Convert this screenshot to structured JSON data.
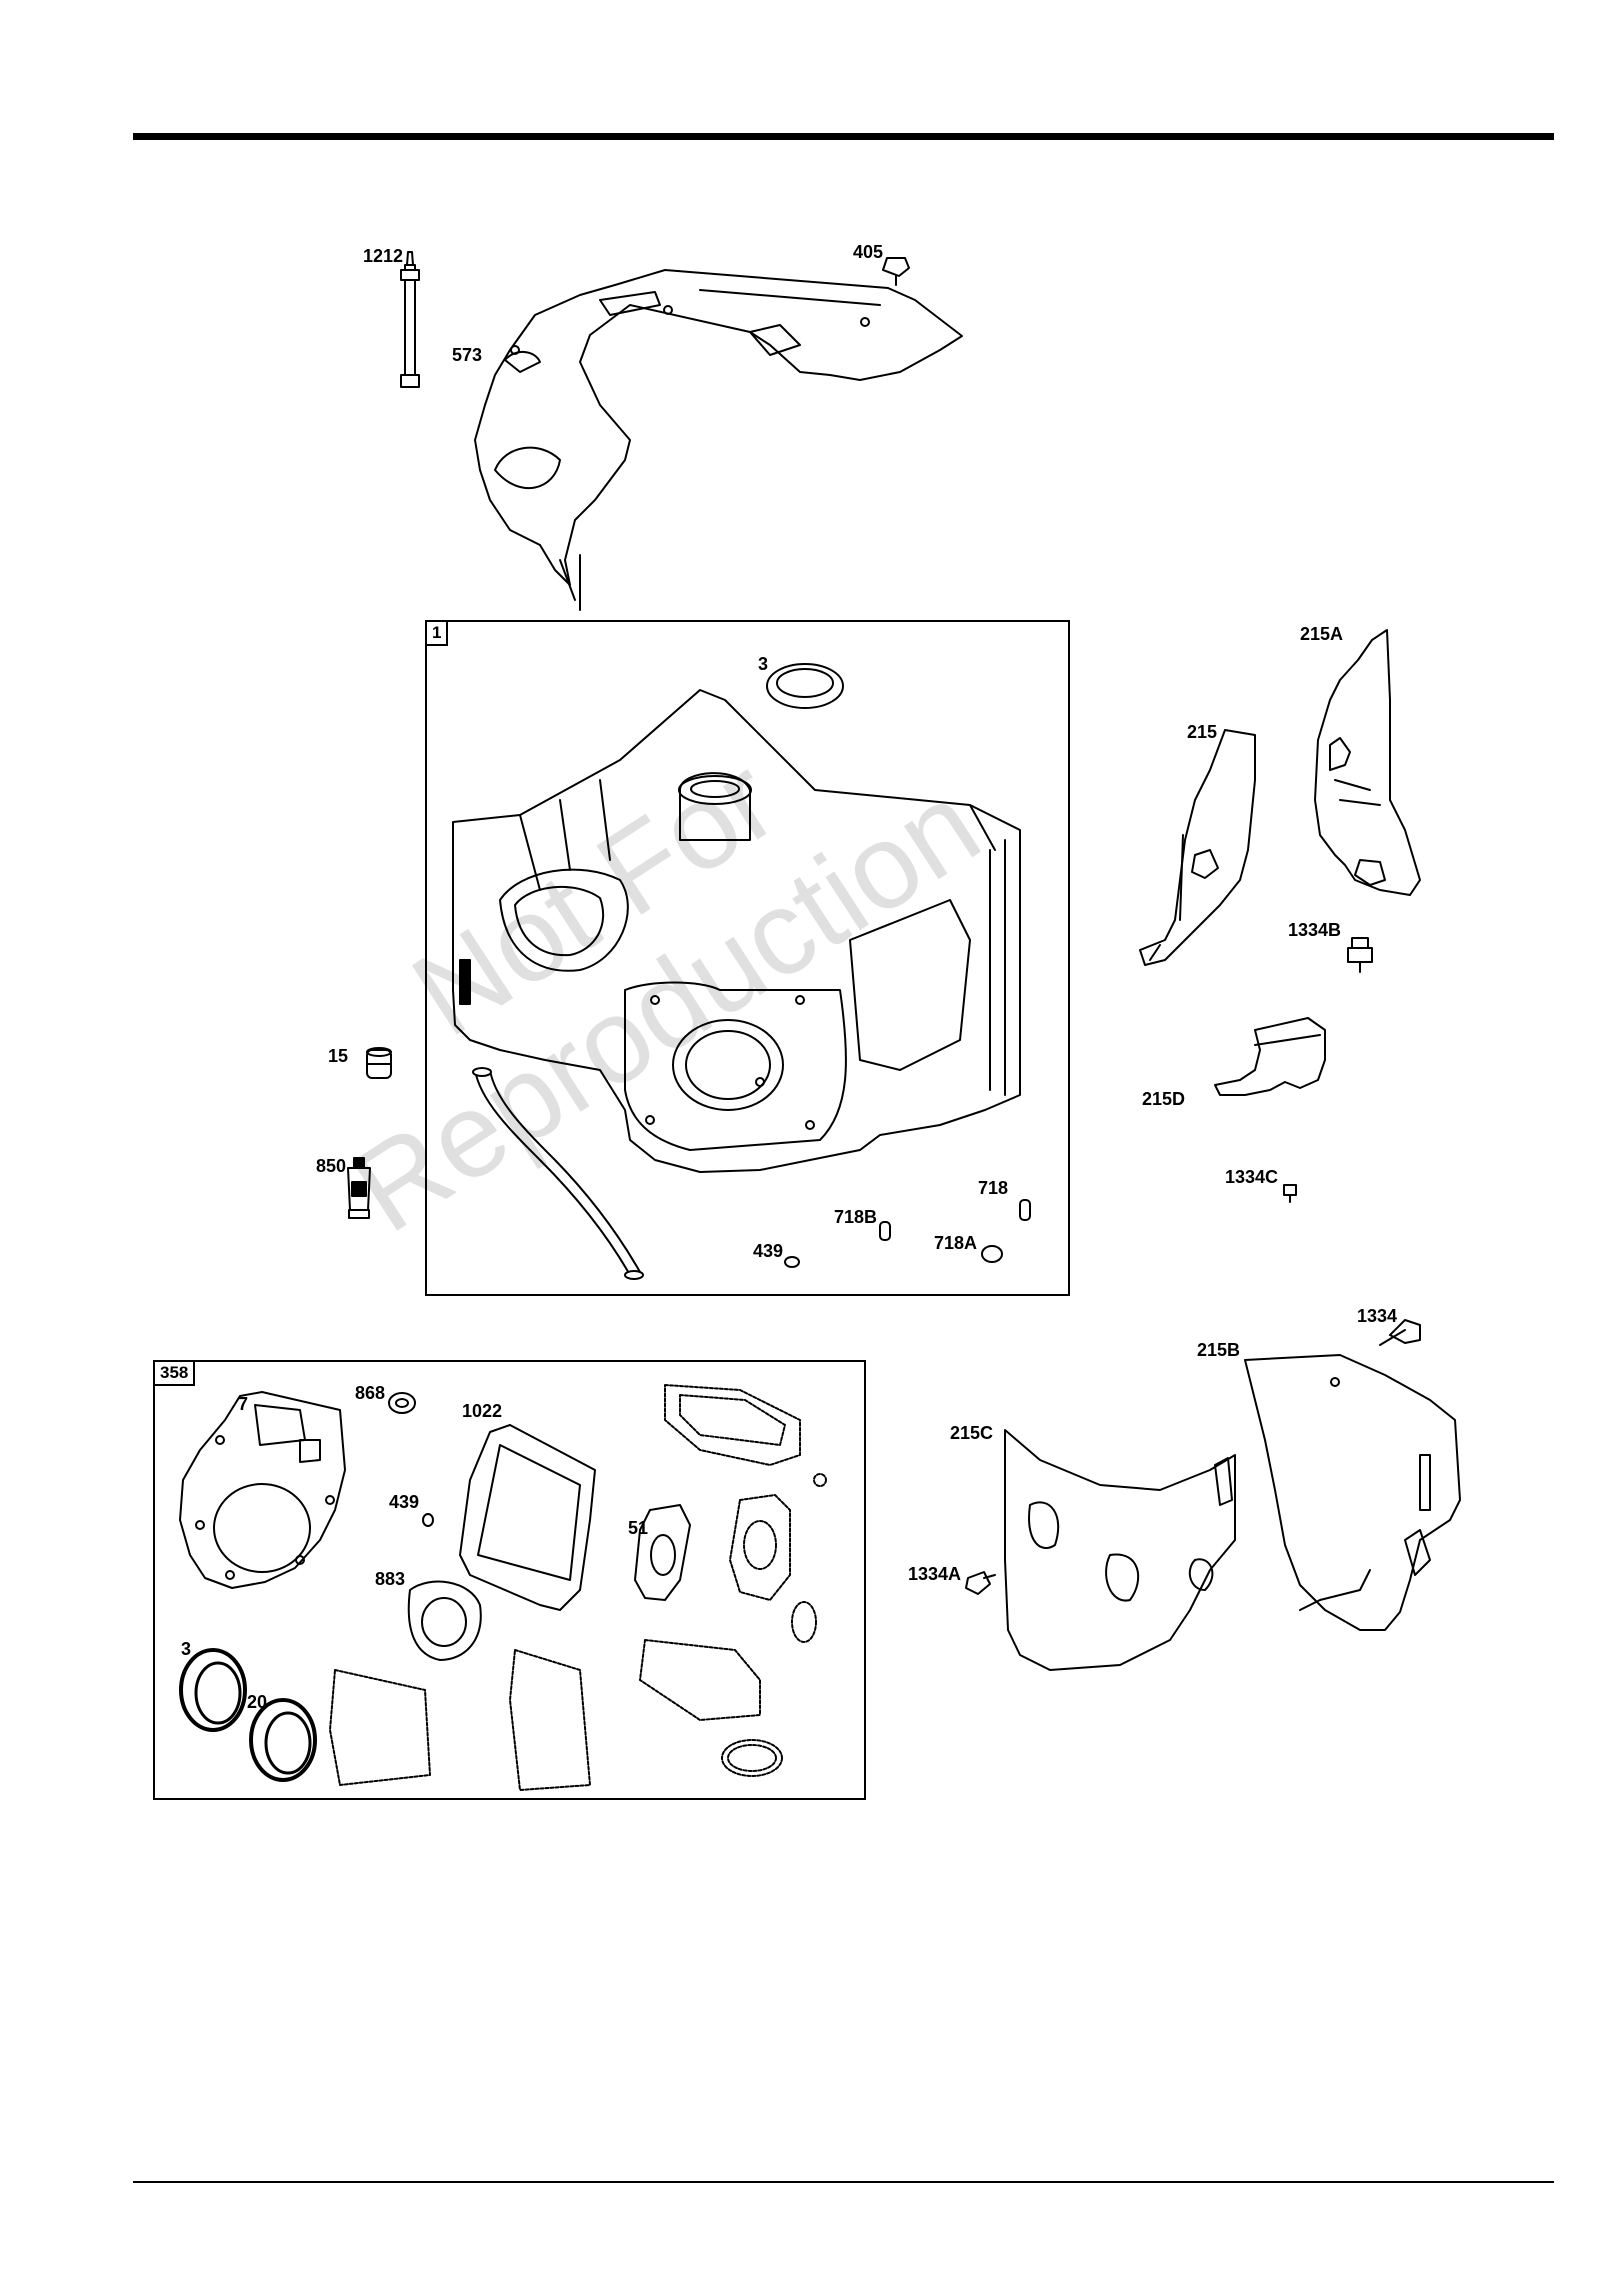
{
  "frames": {
    "block_assembly": "1",
    "gasket_set": "358"
  },
  "callouts": {
    "p1212": "1212",
    "p405": "405",
    "p573": "573",
    "p215A": "215A",
    "p215": "215",
    "p1334B": "1334B",
    "p3_top": "3",
    "p15": "15",
    "p850": "850",
    "p215D": "215D",
    "p1334C": "1334C",
    "p718": "718",
    "p718B": "718B",
    "p718A": "718A",
    "p439_top": "439",
    "p1334": "1334",
    "p215B": "215B",
    "p215C": "215C",
    "p1334A": "1334A",
    "p7": "7",
    "p868": "868",
    "p1022": "1022",
    "p439_kit": "439",
    "p51": "51",
    "p883": "883",
    "p3_kit": "3",
    "p20": "20"
  },
  "watermark": {
    "line1": "Not For",
    "line2": "Reproduction"
  },
  "colors": {
    "ink": "#000000",
    "paper": "#ffffff",
    "watermark": "#c8c8c8"
  }
}
